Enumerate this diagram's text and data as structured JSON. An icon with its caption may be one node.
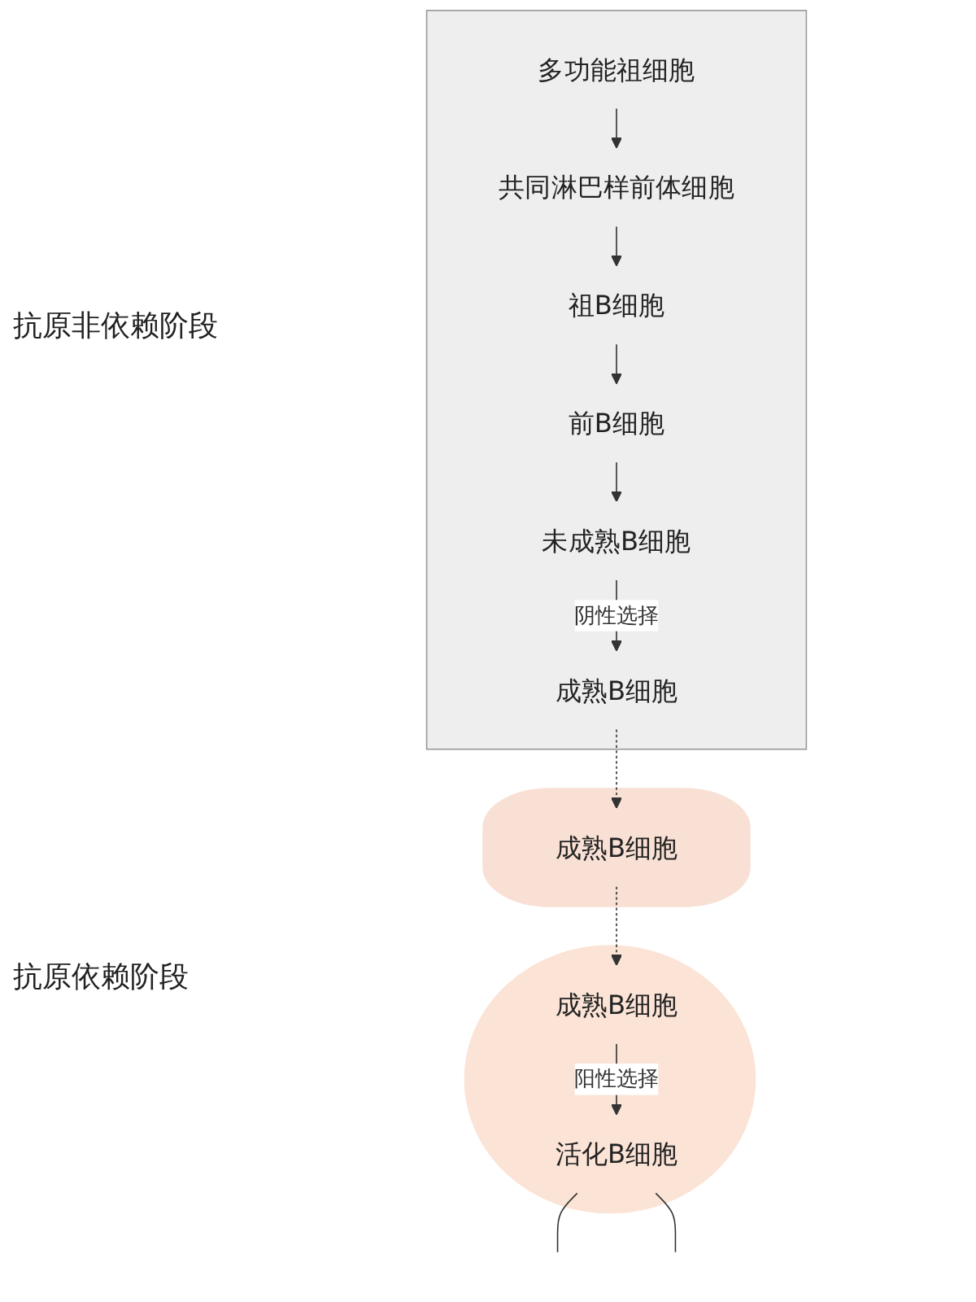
{
  "diagram": {
    "nodes": [
      {
        "text": [],
        "shape": "box"
      },
      {
        "text": [
          "多功能祖细胞"
        ],
        "in": 0
      },
      {
        "text": [
          "共同淋巴样前体细胞"
        ],
        "in": 0
      },
      {
        "text": [
          "祖B细胞"
        ],
        "in": 0
      },
      {
        "text": [
          "前B细胞"
        ],
        "in": 0
      },
      {
        "text": [
          "未成熟B细胞"
        ],
        "in": 0
      },
      {
        "text": [
          "成熟B细胞"
        ],
        "in": 0
      },
      {
        "text": [],
        "shape": "cloud"
      },
      {
        "text": [
          "成熟B细胞"
        ],
        "in": 7
      },
      {
        "text": [],
        "shape": "circle"
      },
      {
        "text": [
          "成熟B细胞"
        ],
        "in": 9
      },
      {
        "text": [
          "活化B细胞"
        ],
        "in": 9
      }
    ],
    "edges": [
      {
        "from": 1,
        "to": 2,
        "arrow": "to"
      },
      {
        "from": 2,
        "to": 3,
        "arrow": "to"
      },
      {
        "from": 3,
        "to": 4,
        "arrow": "to"
      },
      {
        "from": 4,
        "to": 5,
        "arrow": "to"
      },
      {
        "from": 5,
        "to": 6,
        "arrow": "to",
        "label": "阴性选择"
      },
      {
        "from": 6,
        "to": 8,
        "arrow": "to",
        "style": "dashed"
      },
      {
        "from": 8,
        "to": 10,
        "arrow": "to",
        "style": "dashed"
      },
      {
        "from": 10,
        "to": 11,
        "arrow": "to",
        "label": "阳性选择"
      },
      {
        "from": 11,
        "to": null,
        "arrow": "none"
      },
      {
        "from": 11,
        "to": null,
        "arrow": "none"
      }
    ],
    "labels": [
      "抗原非依赖阶段",
      "抗原依赖阶段"
    ]
  }
}
